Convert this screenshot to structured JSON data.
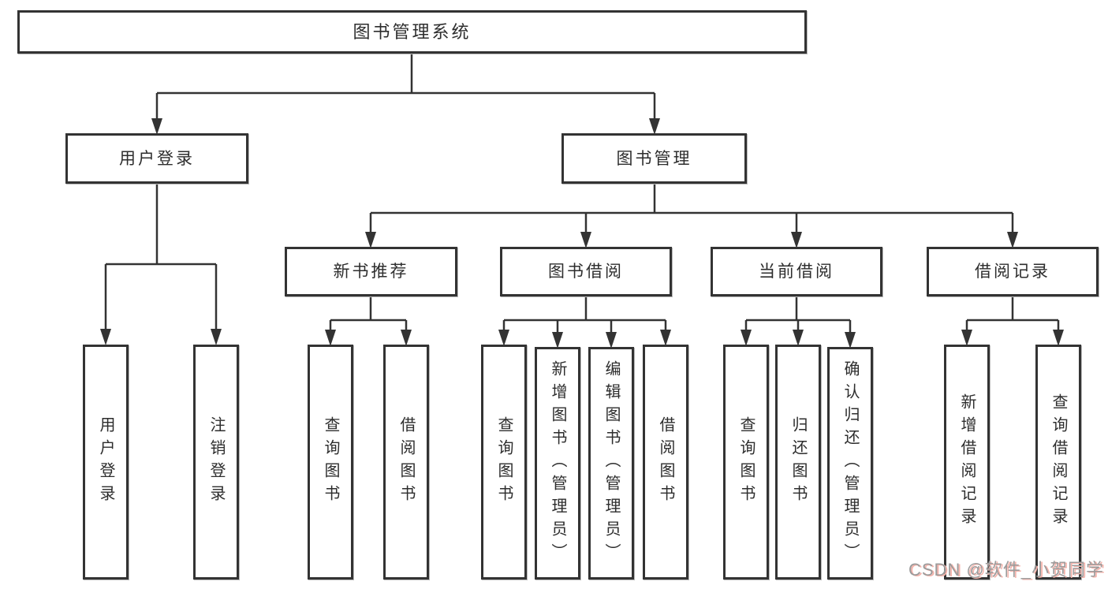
{
  "diagram": {
    "nodes": {
      "root": "图书管理系统",
      "user_login": "用户登录",
      "book_mgmt": "图书管理",
      "new_book_rec": "新书推荐",
      "book_borrow": "图书借阅",
      "current_borrow": "当前借阅",
      "borrow_record": "借阅记录",
      "login_leaf_login": "用户登录",
      "login_leaf_logout": "注销登录",
      "rec_leaf_query": "查询图书",
      "rec_leaf_borrow": "借阅图书",
      "borrow_leaf_query": "查询图书",
      "borrow_leaf_add": "新增图书（管理员）",
      "borrow_leaf_edit": "编辑图书（管理员）",
      "borrow_leaf_borrow": "借阅图书",
      "current_leaf_query": "查询图书",
      "current_leaf_return": "归还图书",
      "current_leaf_confirm": "确认归还（管理员）",
      "record_leaf_add": "新增借阅记录",
      "record_leaf_query": "查询借阅记录"
    },
    "colors": {
      "line": "#333333",
      "text": "#2d2d2d",
      "watermark_text": "#9b9b9b",
      "watermark_shadow": "#f5b3ab"
    }
  },
  "watermark": "CSDN @软件_小贺同学"
}
